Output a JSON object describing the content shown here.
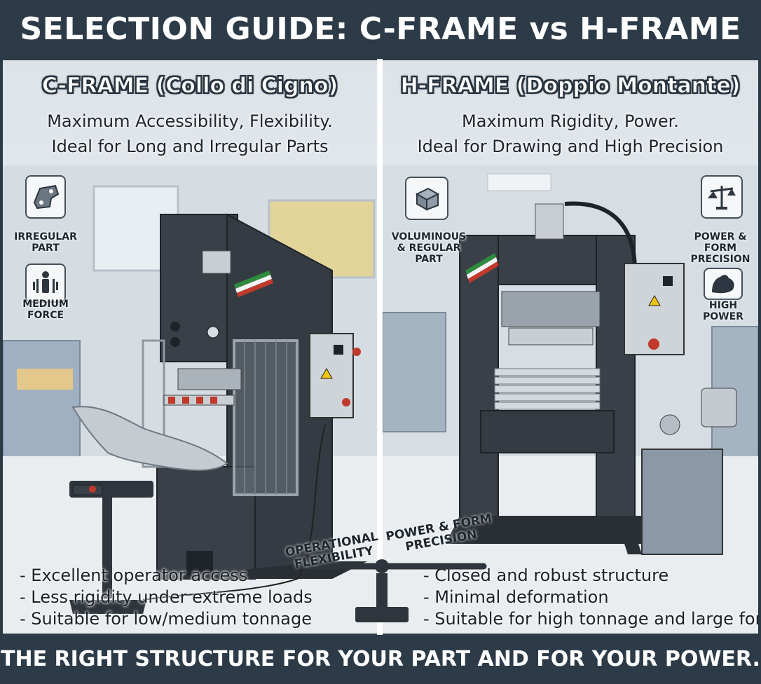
{
  "header": {
    "title": "SELECTION GUIDE: C-FRAME vs H-FRAME"
  },
  "left": {
    "title": "C-FRAME (Collo di Cigno)",
    "subtitle_line1": "Maximum Accessibility, Flexibility.",
    "subtitle_line2": "Ideal for Long and Irregular Parts",
    "icons": [
      {
        "icon": "irregular-part-icon",
        "label_line1": "IRREGULAR",
        "label_line2": "PART"
      },
      {
        "icon": "medium-force-icon",
        "label_line1": "MEDIUM",
        "label_line2": "FORCE"
      }
    ],
    "bullets": [
      "- Excellent operator access",
      "- Less rigidity under extreme loads",
      "- Suitable for low/medium tonnage"
    ]
  },
  "right": {
    "title": "H-FRAME (Doppio Montante)",
    "subtitle_line1": "Maximum Rigidity, Power.",
    "subtitle_line2": "Ideal for Drawing and High Precision",
    "icons": [
      {
        "icon": "voluminous-part-icon",
        "label_line1": "VOLUMINOUS",
        "label_line2": "& REGULAR",
        "label_line3": "PART"
      },
      {
        "icon": "scale-icon",
        "label_line1": "POWER &",
        "label_line2": "FORM",
        "label_line3": "PRECISION"
      },
      {
        "icon": "strong-arm-icon",
        "label_line1": "HIGH",
        "label_line2": "POWER"
      }
    ],
    "bullets": [
      "- Closed and robust structure",
      "- Minimal deformation",
      "- Suitable for high tonnage and large formats"
    ]
  },
  "balance": {
    "left_label_line1": "OPERATIONAL",
    "left_label_line2": "FLEXIBILITY",
    "right_label_line1": "POWER & FORM",
    "right_label_line2": "PRECISION"
  },
  "footer": {
    "text": "THE RIGHT STRUCTURE FOR YOUR PART AND FOR YOUR POWER."
  },
  "colors": {
    "banner": "#2d3b48",
    "machine": "#3a4048",
    "accent_red": "#c0392b",
    "background": "#e3e8ec"
  }
}
